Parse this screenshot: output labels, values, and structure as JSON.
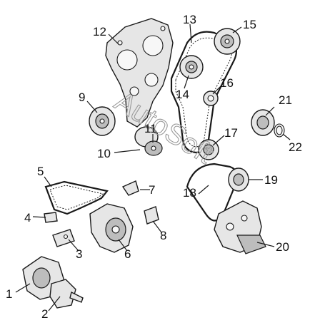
{
  "diagram": {
    "labels": [
      "1",
      "2",
      "3",
      "4",
      "5",
      "6",
      "7",
      "8",
      "9",
      "10",
      "11",
      "12",
      "13",
      "14",
      "15",
      "16",
      "17",
      "18",
      "19",
      "20",
      "21",
      "22"
    ],
    "watermark": "AutoSoft"
  }
}
